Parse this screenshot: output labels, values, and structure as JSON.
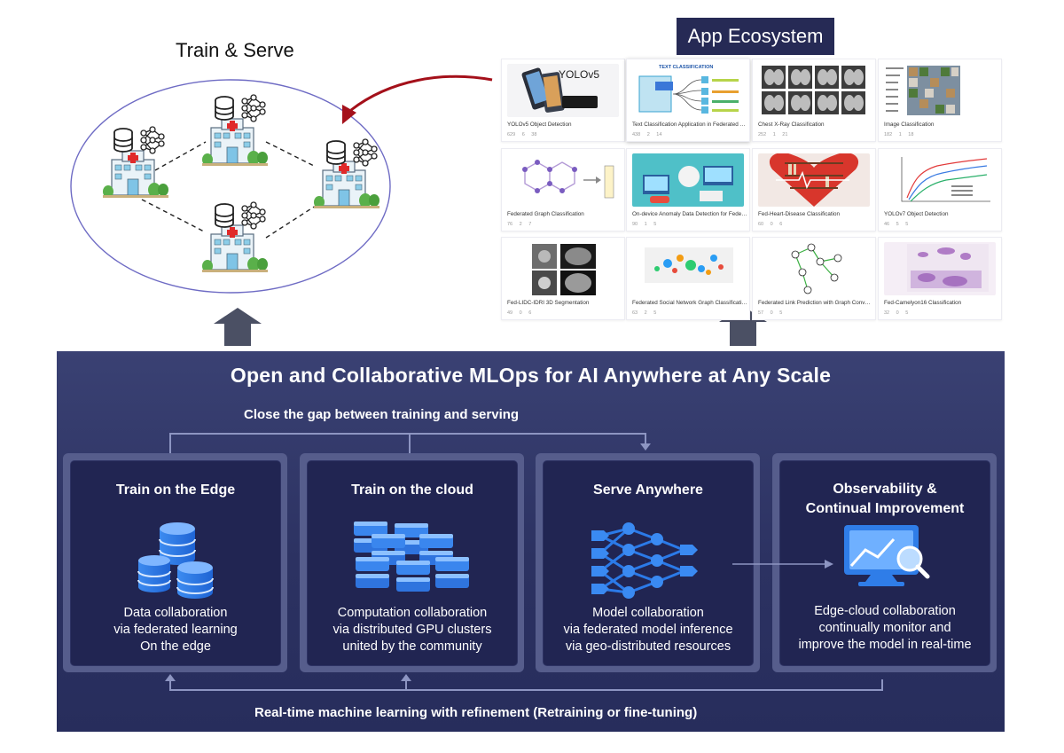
{
  "train_serve": {
    "title": "Train & Serve"
  },
  "ecosystem": {
    "title": "App Ecosystem",
    "apps": [
      {
        "title": "YOLOv5 Object Detection",
        "thumb_text": "YOLOv5",
        "stats": "629 6 38"
      },
      {
        "title": "Text Classification Application in Federated Learning...",
        "thumb_text": "TEXT CLASSIFICATION",
        "stats": "438 2 14"
      },
      {
        "title": "Chest X-Ray Classification",
        "thumb_text": "",
        "stats": "252 1 21"
      },
      {
        "title": "Image Classification",
        "thumb_text": "",
        "stats": "182 1 18"
      },
      {
        "title": "Federated Graph Classification",
        "thumb_text": "",
        "stats": "76 2 7"
      },
      {
        "title": "On-device Anomaly Data Detection for Federated Io...",
        "thumb_text": "",
        "stats": "90 1 5"
      },
      {
        "title": "Fed-Heart-Disease Classification",
        "thumb_text": "",
        "stats": "60 0 6"
      },
      {
        "title": "YOLOv7 Object Detection",
        "thumb_text": "",
        "stats": "46 5 5"
      },
      {
        "title": "Fed-LIDC-IDRI 3D Segmentation",
        "thumb_text": "",
        "stats": "49 0 6"
      },
      {
        "title": "Federated Social Network Graph Classification",
        "thumb_text": "",
        "stats": "63 2 5"
      },
      {
        "title": "Federated Link Prediction with Graph Convolutional ...",
        "thumb_text": "",
        "stats": "57 0 5"
      },
      {
        "title": "Fed-Camelyon16 Classification",
        "thumb_text": "",
        "stats": "32 0 5"
      }
    ]
  },
  "main": {
    "title": "Open and Collaborative MLOps for AI Anywhere at Any Scale",
    "top_caption": "Close the gap between training  and serving",
    "bottom_caption": "Real-time machine learning with refinement (Retraining or fine-tuning)",
    "boxes": [
      {
        "title": "Train on the Edge",
        "title2": "",
        "lines": [
          "Data collaboration",
          "via federated learning",
          "On the edge"
        ],
        "icon": "database-stack-icon"
      },
      {
        "title": "Train on the cloud",
        "title2": "",
        "lines": [
          "Computation collaboration",
          "via distributed GPU clusters",
          "united by the community"
        ],
        "icon": "server-cluster-icon"
      },
      {
        "title": "Serve Anywhere",
        "title2": "",
        "lines": [
          "Model collaboration",
          "via federated model inference",
          "via geo-distributed resources"
        ],
        "icon": "neural-network-icon"
      },
      {
        "title": "Observability &",
        "title2": "Continual Improvement",
        "lines": [
          "Edge-cloud collaboration",
          "continually monitor and",
          "improve the model in real-time"
        ],
        "icon": "monitor-analytics-icon"
      }
    ]
  },
  "colors": {
    "panel": "#2c3262",
    "box": "#212552",
    "accent_blue": "#2f7de8",
    "arrow_red": "#a4101a",
    "arrow_gray": "#4b5064"
  }
}
